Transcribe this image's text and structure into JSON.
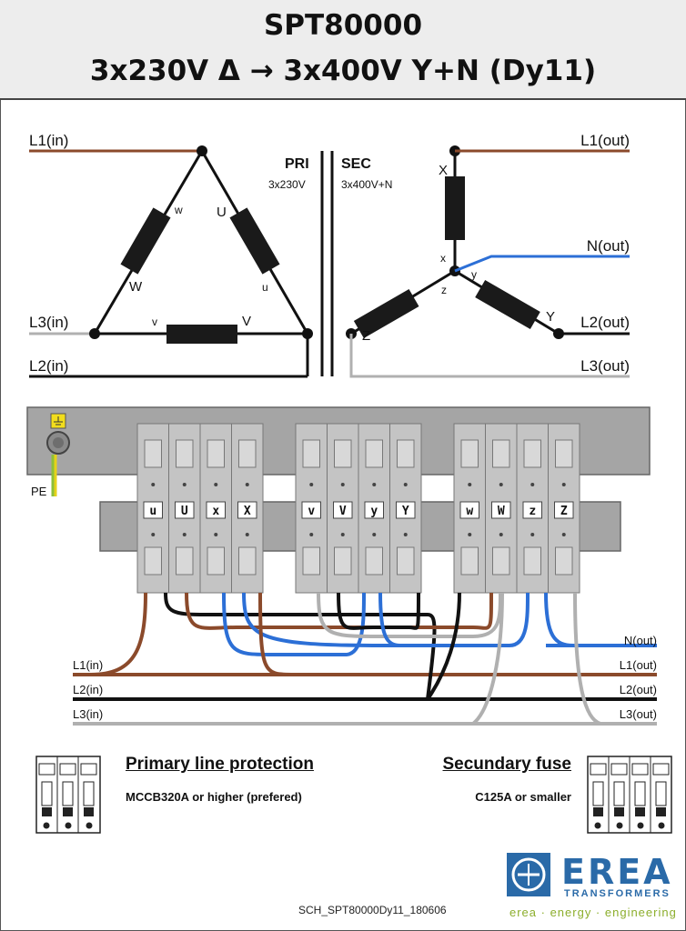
{
  "header": {
    "title": "SPT80000",
    "subtitle": "3x230V Δ → 3x400V Y+N  (Dy11)"
  },
  "schematic": {
    "primary": {
      "label": "PRI",
      "voltage": "3x230V"
    },
    "secondary": {
      "label": "SEC",
      "voltage": "3x400V+N"
    },
    "inputs": [
      "L1(in)",
      "L3(in)",
      "L2(in)"
    ],
    "outputs": [
      "L1(out)",
      "N(out)",
      "L2(out)",
      "L3(out)"
    ],
    "coil_labels_primary": {
      "U": "U",
      "u": "u",
      "V": "V",
      "v": "v",
      "W": "W",
      "w": "w"
    },
    "coil_labels_secondary": {
      "X": "X",
      "x": "x",
      "Y": "Y",
      "y": "y",
      "Z": "Z",
      "z": "z"
    }
  },
  "terminal_block": {
    "pe_label": "PE",
    "groups": [
      [
        "u",
        "U",
        "x",
        "X"
      ],
      [
        "v",
        "V",
        "y",
        "Y"
      ],
      [
        "w",
        "W",
        "z",
        "Z"
      ]
    ],
    "left_lines": [
      "L1(in)",
      "L2(in)",
      "L3(in)"
    ],
    "right_lines": [
      "N(out)",
      "L1(out)",
      "L2(out)",
      "L3(out)"
    ]
  },
  "protection": {
    "primary": {
      "title": "Primary line protection",
      "detail": "MCCB320A or higher (prefered)"
    },
    "secondary": {
      "title": "Secundary fuse",
      "detail": "C125A or smaller"
    }
  },
  "footer": {
    "doc_ref": "SCH_SPT80000Dy11_180606",
    "logo_name": "EREA",
    "logo_sub": "TRANSFORMERS",
    "tagline": "erea · energy · engineering"
  },
  "colors": {
    "brown": "#8b4a2b",
    "black": "#111111",
    "grey": "#b0b0b0",
    "blue": "#2c6fd6",
    "pe_green": "#8dbf3a",
    "pe_yellow": "#e6d21a",
    "logo_blue": "#2a6aa8",
    "tag_green": "#8cae2c"
  }
}
